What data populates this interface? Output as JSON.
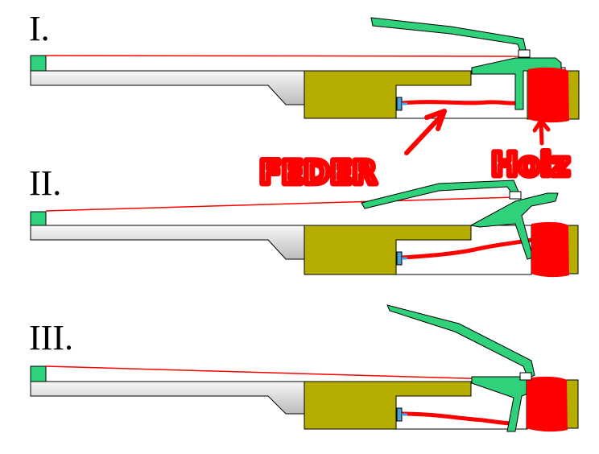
{
  "labels": {
    "stage_1": "I.",
    "stage_2": "II.",
    "stage_3": "III.",
    "spring": "FEDER",
    "wood": "Holz"
  },
  "colors": {
    "green": "#2fd27a",
    "olive": "#b5ae00",
    "red": "#ff0000",
    "grey_light": "#f2f2f2",
    "grey_dark": "#bdbdbd",
    "outline": "#000000",
    "screw": "#4aa3d8"
  }
}
